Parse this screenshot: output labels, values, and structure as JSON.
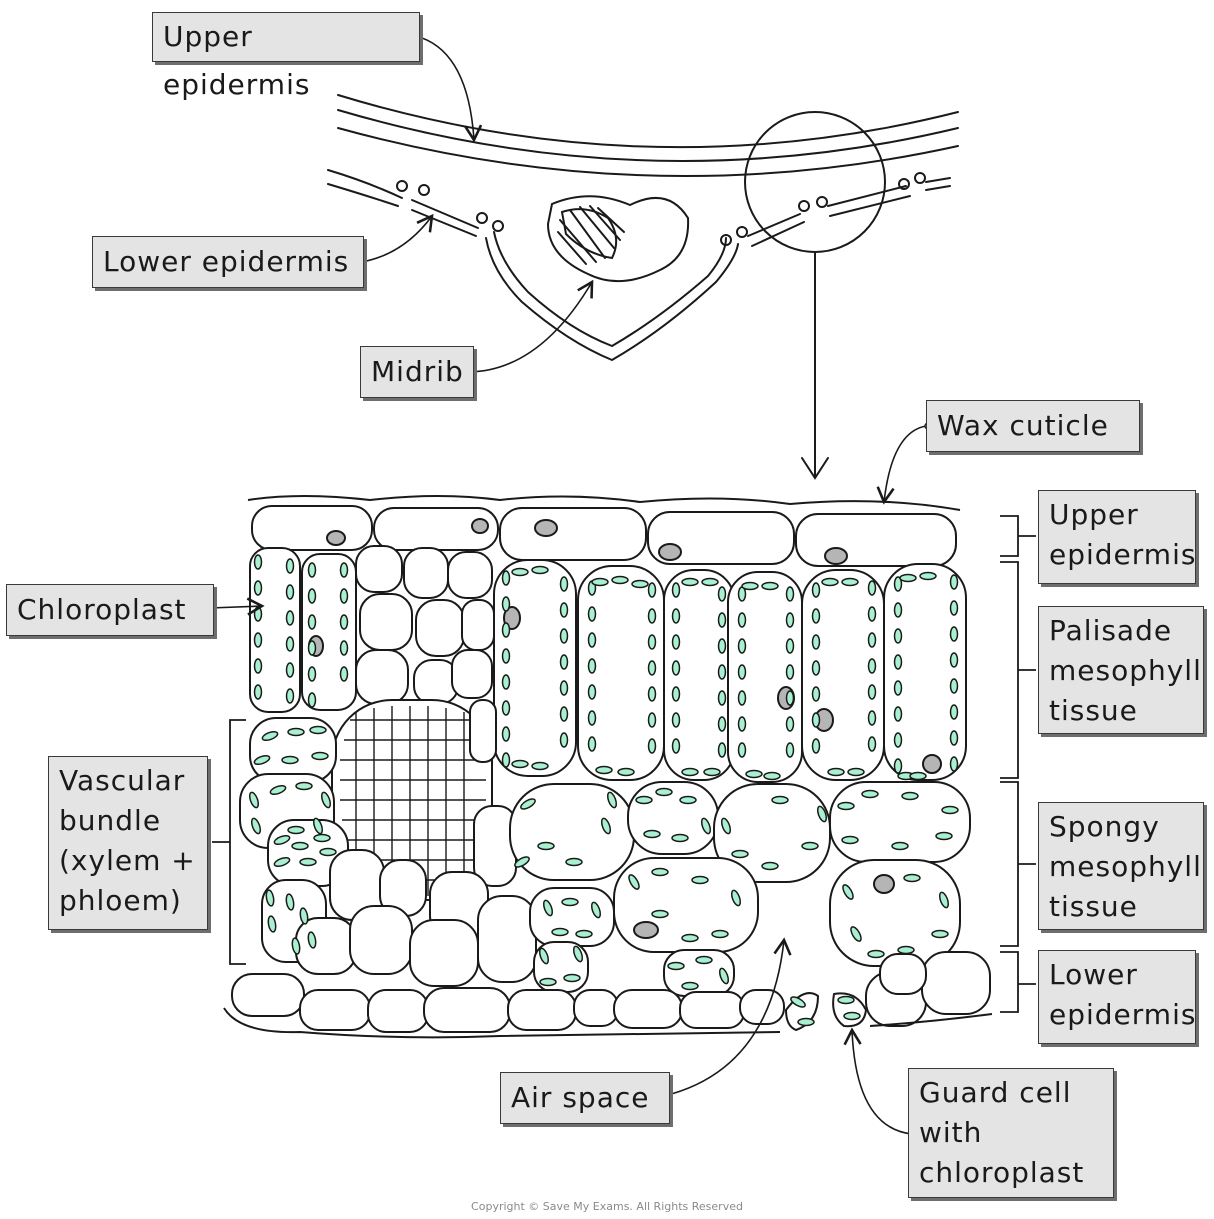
{
  "labels": {
    "upper_epidermis_top": "Upper epidermis",
    "lower_epidermis_top": "Lower epidermis",
    "midrib": "Midrib",
    "wax_cuticle": "Wax cuticle",
    "chloroplast": "Chloroplast",
    "vascular_bundle": "Vascular\nbundle\n(xylem +\nphloem)",
    "upper_epidermis_side": "Upper\nepidermis",
    "palisade": "Palisade\nmesophyll\ntissue",
    "spongy": "Spongy\nmesophyll\ntissue",
    "lower_epidermis_side": "Lower\nepidermis",
    "air_space": "Air space",
    "guard_cell": "Guard cell\nwith\nchloroplast"
  },
  "copyright": "Copyright © Save My Exams. All Rights Reserved",
  "colors": {
    "chloroplast": "#a8f0cf",
    "nucleus": "#b5b5b5",
    "label_fill": "#e4e4e4",
    "outline": "#1a1a1a"
  }
}
